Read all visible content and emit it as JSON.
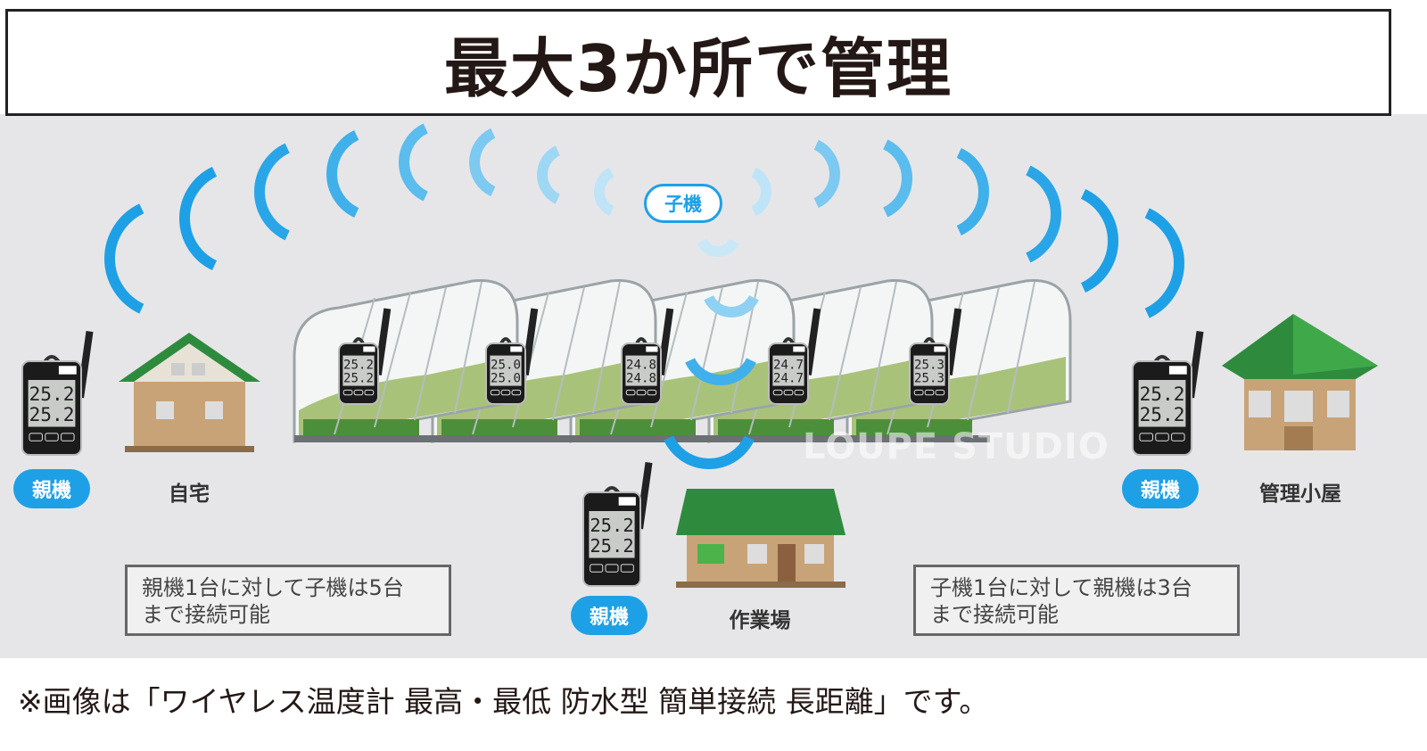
{
  "title": "最大3か所で管理",
  "child_unit_label": "子機",
  "parent_unit_label": "親機",
  "locations": [
    {
      "badge": "親機",
      "name": "自宅"
    },
    {
      "badge": "親機",
      "name": "管理小屋"
    },
    {
      "badge": "親機",
      "name": "作業場"
    }
  ],
  "parent_device_readings": [
    "25.2",
    "25.2"
  ],
  "sensor_readings": [
    {
      "top": "25.2",
      "bottom": "25.2"
    },
    {
      "top": "25.0",
      "bottom": "25.0"
    },
    {
      "top": "24.8",
      "bottom": "24.8"
    },
    {
      "top": "24.7",
      "bottom": "24.7"
    },
    {
      "top": "25.3",
      "bottom": "25.3"
    }
  ],
  "notes": [
    {
      "line1": "親機1台に対して子機は5台",
      "line2": "まで接続可能"
    },
    {
      "line1": "子機1台に対して親機は3台",
      "line2": "まで接続可能"
    }
  ],
  "caption": "※画像は「ワイヤレス温度計 最高・最低 防水型 簡単接続 長距離」です。",
  "watermark": "LOUPE STUDIO",
  "colors": {
    "accent": "#1ea0e6",
    "roof_green": "#2e8b3e",
    "wall_tan": "#c8a378",
    "background": "#e6e6e8"
  }
}
